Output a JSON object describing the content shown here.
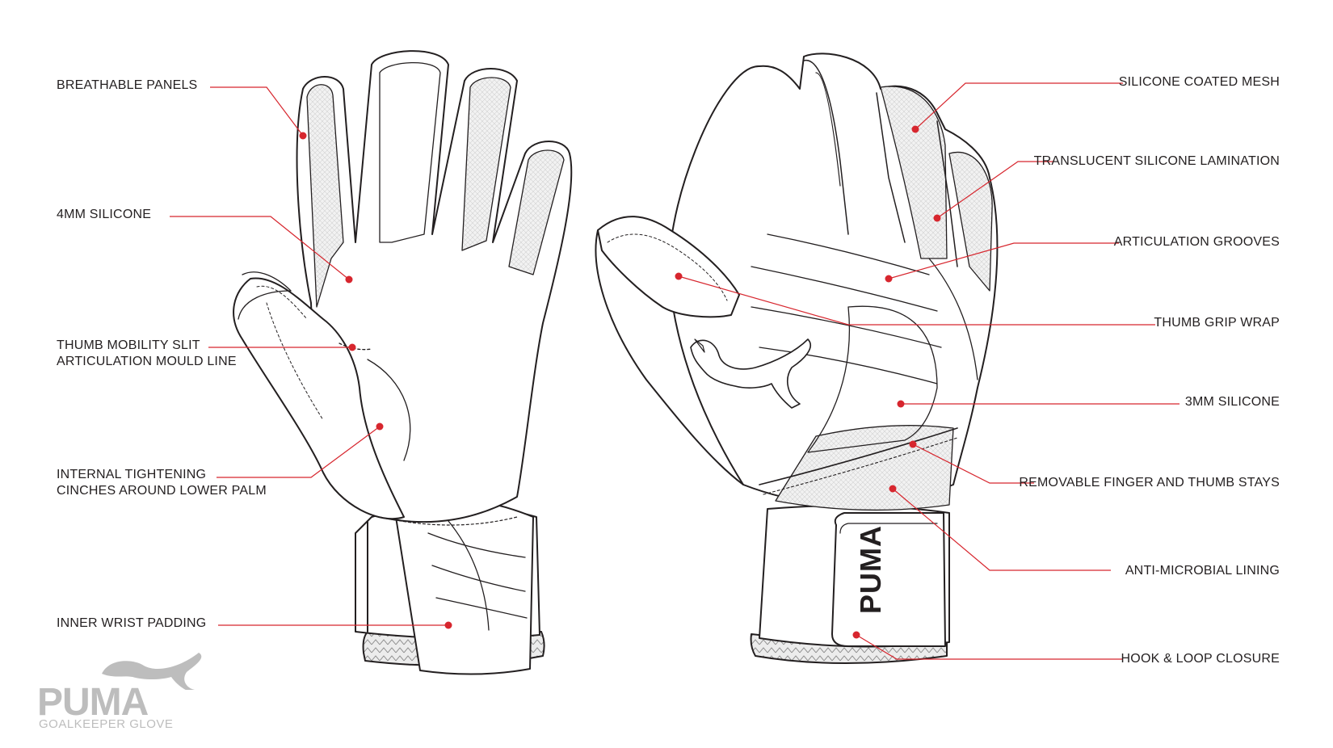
{
  "left_callouts": [
    {
      "id": "breathable-panels",
      "lines": [
        "BREATHABLE PANELS"
      ]
    },
    {
      "id": "4mm-silicone",
      "lines": [
        "4MM SILICONE"
      ]
    },
    {
      "id": "thumb-mobility-slit",
      "lines": [
        "THUMB MOBILITY SLIT",
        "ARTICULATION MOULD LINE"
      ]
    },
    {
      "id": "internal-tightening",
      "lines": [
        "INTERNAL TIGHTENING",
        "CINCHES AROUND LOWER PALM"
      ]
    },
    {
      "id": "inner-wrist-padding",
      "lines": [
        "INNER WRIST PADDING"
      ]
    }
  ],
  "right_callouts": [
    {
      "id": "silicone-coated-mesh",
      "lines": [
        "SILICONE COATED MESH"
      ]
    },
    {
      "id": "translucent-silicone-lamination",
      "lines": [
        "TRANSLUCENT SILICONE LAMINATION"
      ]
    },
    {
      "id": "articulation-grooves",
      "lines": [
        "ARTICULATION GROOVES"
      ]
    },
    {
      "id": "thumb-grip-wrap",
      "lines": [
        "THUMB GRIP WRAP"
      ]
    },
    {
      "id": "3mm-silicone",
      "lines": [
        "3MM SILICONE"
      ]
    },
    {
      "id": "removable-stays",
      "lines": [
        "REMOVABLE FINGER AND THUMB STAYS"
      ]
    },
    {
      "id": "anti-microbial-lining",
      "lines": [
        "ANTI-MICROBIAL LINING"
      ]
    },
    {
      "id": "hook-loop-closure",
      "lines": [
        "HOOK & LOOP CLOSURE"
      ]
    }
  ],
  "strap_logo": "PUMA",
  "brand": {
    "word": "PUMA",
    "subtitle": "GOALKEEPER GLOVE"
  },
  "colors": {
    "leader": "#d7262e",
    "outline": "#231f20",
    "mesh": "#e6e6e6",
    "brand_grey": "#bdbdbd"
  }
}
